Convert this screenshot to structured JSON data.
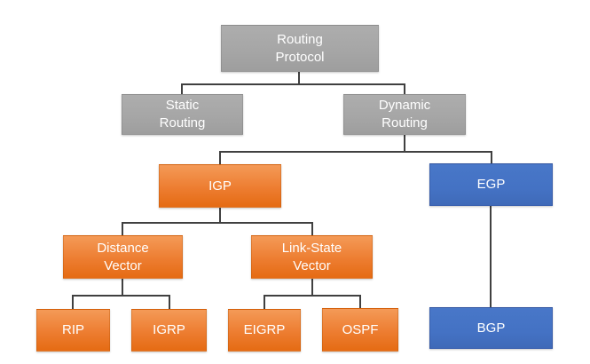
{
  "diagram": {
    "type": "hierarchy-tree",
    "subject": "Routing Protocol classification"
  },
  "nodes": {
    "routing_protocol": {
      "label": "Routing\nProtocol",
      "color": "gray"
    },
    "static_routing": {
      "label": "Static\nRouting",
      "color": "gray"
    },
    "dynamic_routing": {
      "label": "Dynamic\nRouting",
      "color": "gray"
    },
    "igp": {
      "label": "IGP",
      "color": "orange"
    },
    "egp": {
      "label": "EGP",
      "color": "blue"
    },
    "distance_vector": {
      "label": "Distance\nVector",
      "color": "orange"
    },
    "link_state_vector": {
      "label": "Link-State\nVector",
      "color": "orange"
    },
    "rip": {
      "label": "RIP",
      "color": "orange"
    },
    "igrp": {
      "label": "IGRP",
      "color": "orange"
    },
    "eigrp": {
      "label": "EIGRP",
      "color": "orange"
    },
    "ospf": {
      "label": "OSPF",
      "color": "orange"
    },
    "bgp": {
      "label": "BGP",
      "color": "blue"
    }
  },
  "edges": [
    {
      "from": "routing_protocol",
      "to": "static_routing"
    },
    {
      "from": "routing_protocol",
      "to": "dynamic_routing"
    },
    {
      "from": "dynamic_routing",
      "to": "igp"
    },
    {
      "from": "dynamic_routing",
      "to": "egp"
    },
    {
      "from": "igp",
      "to": "distance_vector"
    },
    {
      "from": "igp",
      "to": "link_state_vector"
    },
    {
      "from": "distance_vector",
      "to": "rip"
    },
    {
      "from": "distance_vector",
      "to": "igrp"
    },
    {
      "from": "link_state_vector",
      "to": "eigrp"
    },
    {
      "from": "link_state_vector",
      "to": "ospf"
    },
    {
      "from": "egp",
      "to": "bgp"
    }
  ],
  "colors": {
    "gray": "#a6a6a6",
    "orange": "#ed7d31",
    "blue": "#4472c4",
    "connector": "#404040",
    "text": "#ffffff",
    "background": "#ffffff"
  }
}
